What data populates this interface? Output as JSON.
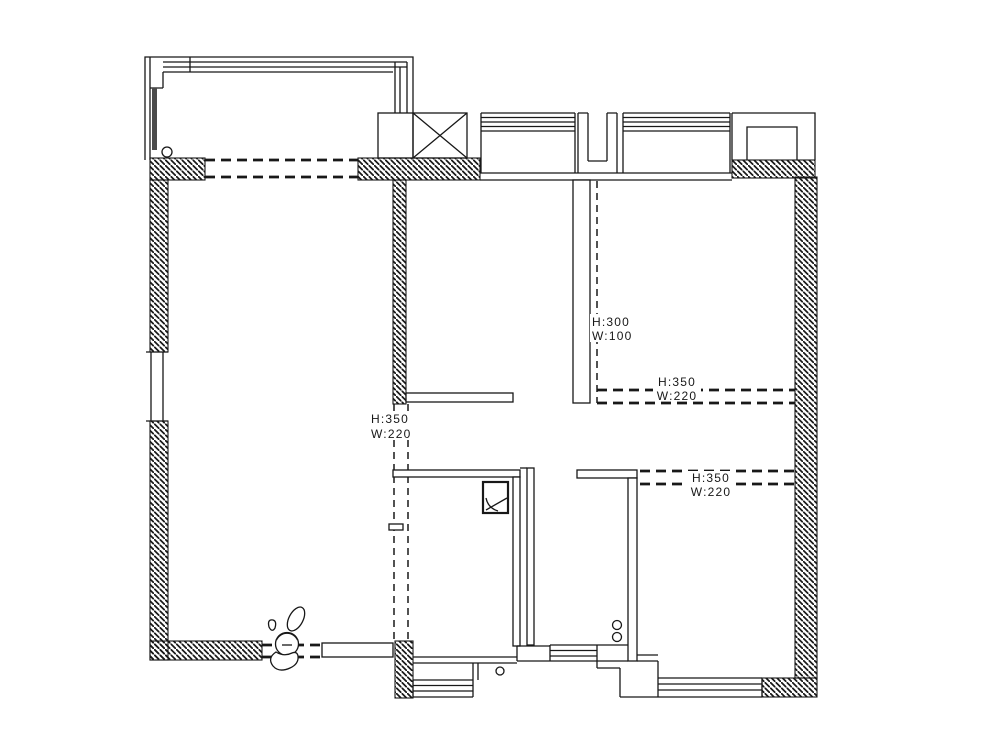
{
  "annotations": {
    "bath_door": {
      "line1": "H:350",
      "line2": "W:220"
    },
    "bed1_door": {
      "line1": "H:300",
      "line2": "W:100"
    },
    "bed1_opening": {
      "line1": "H:350",
      "line2": "W:220"
    },
    "bed2_opening": {
      "line1": "H:350",
      "line2": "W:220"
    }
  },
  "colors": {
    "line": "#181818",
    "background": "#ffffff",
    "glazing_bar": "#4a4a4a"
  }
}
